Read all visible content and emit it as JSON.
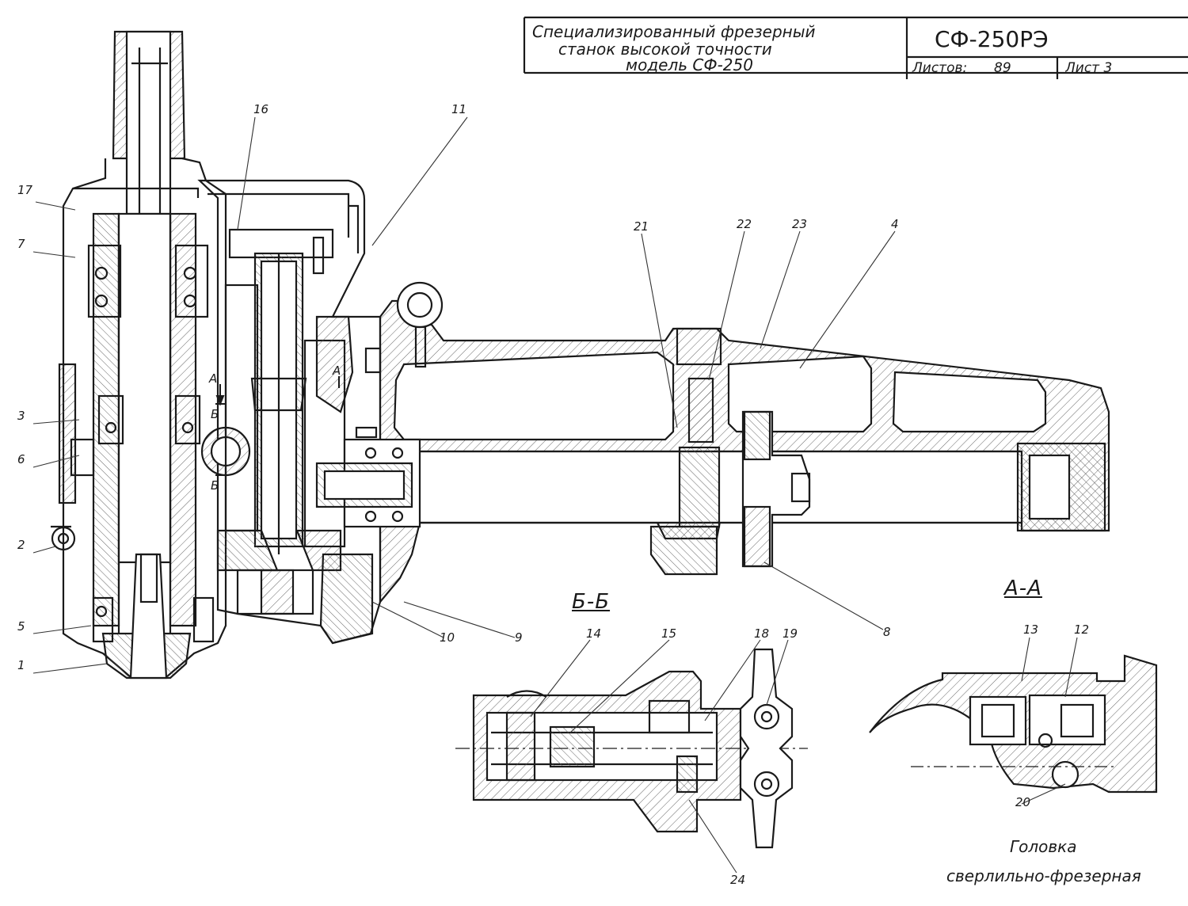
{
  "title_block": {
    "name_line1": "Специализированный фрезерный",
    "name_line2": "станок высокой точности",
    "name_line3": "модель СФ-250",
    "code": "СФ-250РЭ",
    "sheets_label": "Листов:",
    "sheets_value": "89",
    "sheet_label": "Лист 3"
  },
  "callouts": {
    "c1": "1",
    "c2": "2",
    "c3": "3",
    "c4": "4",
    "c5": "5",
    "c6": "6",
    "c7": "7",
    "c8": "8",
    "c9": "9",
    "c10": "10",
    "c11": "11",
    "c12": "12",
    "c13": "13",
    "c14": "14",
    "c15": "15",
    "c16": "16",
    "c17": "17",
    "c18": "18",
    "c19": "19",
    "c20": "20",
    "c21": "21",
    "c22": "22",
    "c23": "23",
    "c24": "24"
  },
  "section_marks": {
    "a_top": "A",
    "a_side": "A",
    "b_top": "Б",
    "b_bottom": "Б"
  },
  "section_titles": {
    "bb": "Б-Б",
    "aa": "А-А"
  },
  "caption": {
    "line1": "Головка",
    "line2": "сверлильно-фрезерная"
  }
}
